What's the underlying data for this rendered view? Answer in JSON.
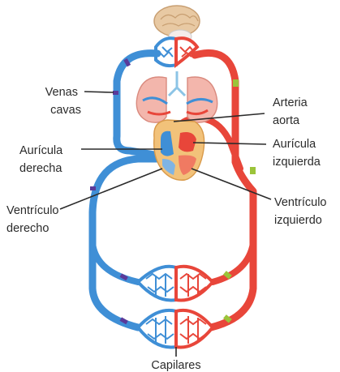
{
  "labels": {
    "venas_cavas": [
      "Venas",
      "cavas"
    ],
    "auricula_derecha": [
      "Aurícula",
      "derecha"
    ],
    "ventriculo_derecho": [
      "Ventrículo",
      "derecho"
    ],
    "arteria_aorta": [
      "Arteria",
      "aorta"
    ],
    "auricula_izquierda": [
      "Aurícula",
      "izquierda"
    ],
    "ventriculo_izquierdo": [
      "Ventrículo",
      "izquierdo"
    ],
    "capilares": "Capilares"
  },
  "colors": {
    "venous_blood": "#3f8fd6",
    "arterial_blood": "#e8463a",
    "valve_purple": "#5a3a9a",
    "valve_green": "#9bc43a",
    "brain": "#e8c9a3",
    "lung": "#f3b6ac",
    "heart": "#f2c27a",
    "label_text": "#2b2b2b"
  }
}
